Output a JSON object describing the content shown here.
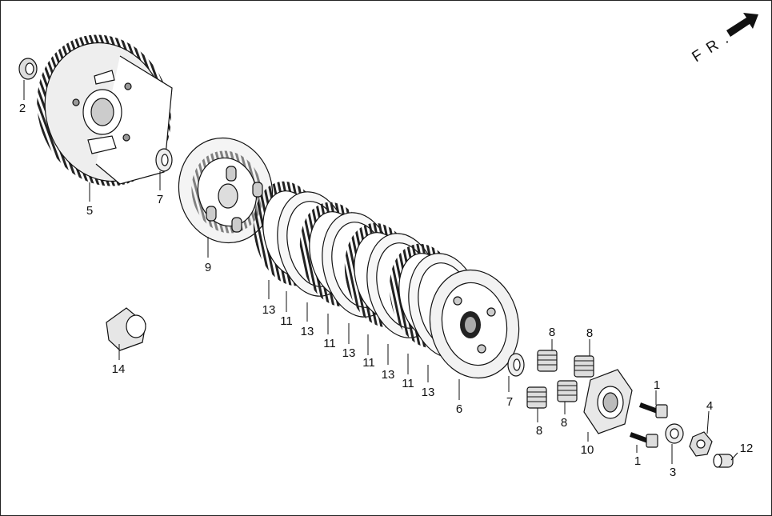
{
  "direction_label": "F R .",
  "callouts": [
    {
      "id": "c2",
      "text": "2"
    },
    {
      "id": "c5",
      "text": "5"
    },
    {
      "id": "c7a",
      "text": "7"
    },
    {
      "id": "c9",
      "text": "9"
    },
    {
      "id": "c13a",
      "text": "13"
    },
    {
      "id": "c11a",
      "text": "11"
    },
    {
      "id": "c13b",
      "text": "13"
    },
    {
      "id": "c11b",
      "text": "11"
    },
    {
      "id": "c13c",
      "text": "13"
    },
    {
      "id": "c11c",
      "text": "11"
    },
    {
      "id": "c13d",
      "text": "13"
    },
    {
      "id": "c11d",
      "text": "11"
    },
    {
      "id": "c13e",
      "text": "13"
    },
    {
      "id": "c14",
      "text": "14"
    },
    {
      "id": "c6",
      "text": "6"
    },
    {
      "id": "c7b",
      "text": "7"
    },
    {
      "id": "c8a",
      "text": "8"
    },
    {
      "id": "c8b",
      "text": "8"
    },
    {
      "id": "c8c",
      "text": "8"
    },
    {
      "id": "c8d",
      "text": "8"
    },
    {
      "id": "c10",
      "text": "10"
    },
    {
      "id": "c1a",
      "text": "1"
    },
    {
      "id": "c1b",
      "text": "1"
    },
    {
      "id": "c3",
      "text": "3"
    },
    {
      "id": "c4",
      "text": "4"
    },
    {
      "id": "c12",
      "text": "12"
    }
  ]
}
